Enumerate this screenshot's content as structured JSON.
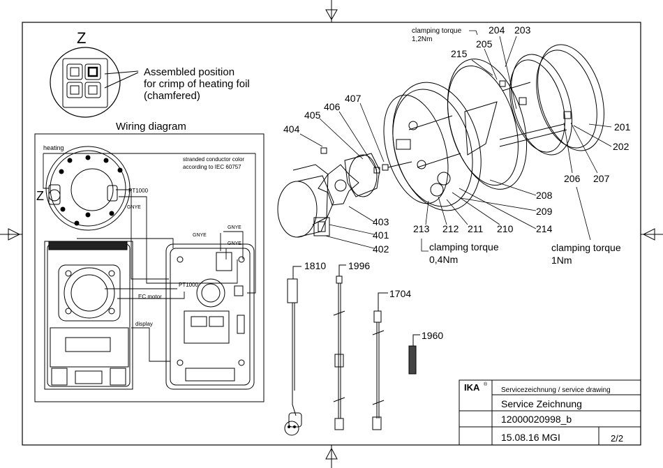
{
  "detail": {
    "letter": "Z",
    "note_line1": "Assembled position",
    "note_line2": "for crimp of heating foil",
    "note_line3": "(chamfered)"
  },
  "wiring": {
    "title": "Wiring diagram",
    "heating": "heating",
    "z": "Z",
    "conductor_line1": "stranded conductor color",
    "conductor_line2": "according to IEC 60757",
    "pt1000_a": "PT1000",
    "gnye_a": "GNYE",
    "gnye_b": "GNYE",
    "gnye_c": "GNYE",
    "gnye_d": "GNYE",
    "pt1000_b": "PT1000",
    "ec_motor": "EC motor",
    "display": "display"
  },
  "torques": {
    "top_line1": "clamping torque",
    "top_line2": "1,2Nm",
    "mid_line1": "clamping torque",
    "mid_line2": "0,4Nm",
    "right_line1": "clamping torque",
    "right_line2": "1Nm"
  },
  "parts": [
    "204",
    "203",
    "205",
    "215",
    "407",
    "406",
    "405",
    "404",
    "201",
    "202",
    "206",
    "207",
    "208",
    "209",
    "403",
    "401",
    "402",
    "213",
    "212",
    "211",
    "210",
    "214",
    "1810",
    "1996",
    "1704",
    "1960"
  ],
  "title_block": {
    "brand": "IKA",
    "reg": "®",
    "header": "Servicezeichnung / service drawing",
    "title": "Service  Zeichnung",
    "number": "12000020998_b",
    "date_author": "15.08.16  MGI",
    "sheet": "2/2"
  }
}
